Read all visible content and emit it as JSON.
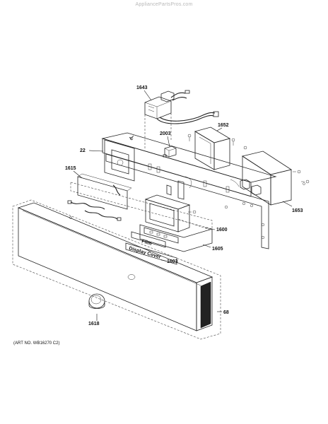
{
  "watermark": "AppliancePartsPros.com",
  "art_number": "(ART NO. WB16270 C2)",
  "callouts": [
    {
      "id": "1643",
      "label": "1643"
    },
    {
      "id": "1652",
      "label": "1652"
    },
    {
      "id": "2003",
      "label": "2003"
    },
    {
      "id": "22",
      "label": "22"
    },
    {
      "id": "1615",
      "label": "1615"
    },
    {
      "id": "1653",
      "label": "1653"
    },
    {
      "id": "1600",
      "label": "1600"
    },
    {
      "id": "1605",
      "label": "1605"
    },
    {
      "id": "1603",
      "label": "1603"
    },
    {
      "id": "68",
      "label": "68"
    },
    {
      "id": "1618",
      "label": "1618"
    }
  ],
  "part_text": {
    "film": "Film",
    "display_cover": "Display Cover"
  }
}
